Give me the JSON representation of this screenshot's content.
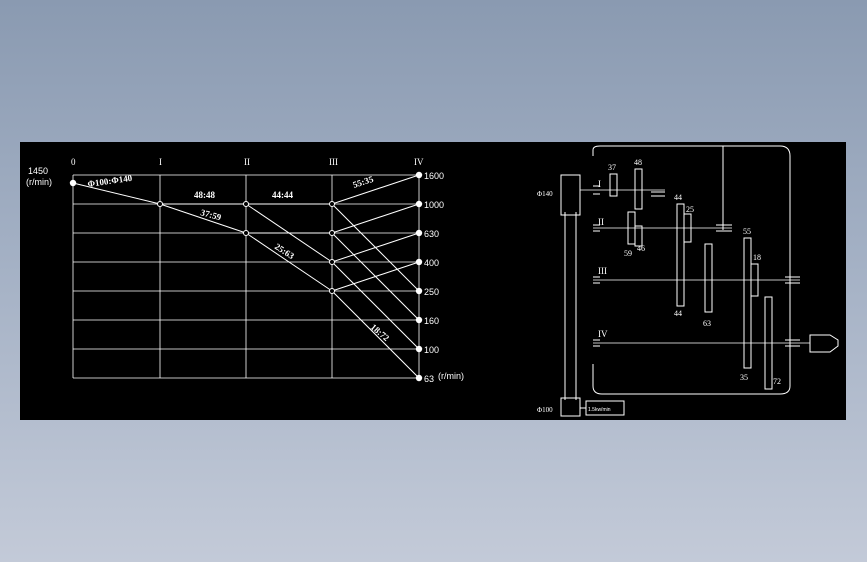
{
  "speed_chart": {
    "input_speed": "1450",
    "input_unit": "(r/min)",
    "shaft_labels": [
      "0",
      "I",
      "II",
      "III",
      "IV"
    ],
    "output_speeds": [
      "1600",
      "1000",
      "630",
      "400",
      "250",
      "160",
      "100",
      "63"
    ],
    "output_unit": "(r/min)",
    "ratios": {
      "pulley": "Φ100:Φ140",
      "r1a": "48:48",
      "r1b": "37:59",
      "r2a": "44:44",
      "r2b": "25:63",
      "r3a": "55:35",
      "r3b": "18:72"
    }
  },
  "gear_diagram": {
    "pulley_top": "Φ140",
    "pulley_bottom": "Φ100",
    "motor_label": "1.5kw/min",
    "shaft_labels": [
      "I",
      "II",
      "III",
      "IV"
    ],
    "gear_teeth": {
      "g37": "37",
      "g48": "48",
      "g59": "59",
      "g46": "46",
      "g44a": "44",
      "g25": "25",
      "g44b": "44",
      "g63": "63",
      "g55": "55",
      "g18": "18",
      "g35": "35",
      "g72": "72"
    }
  }
}
